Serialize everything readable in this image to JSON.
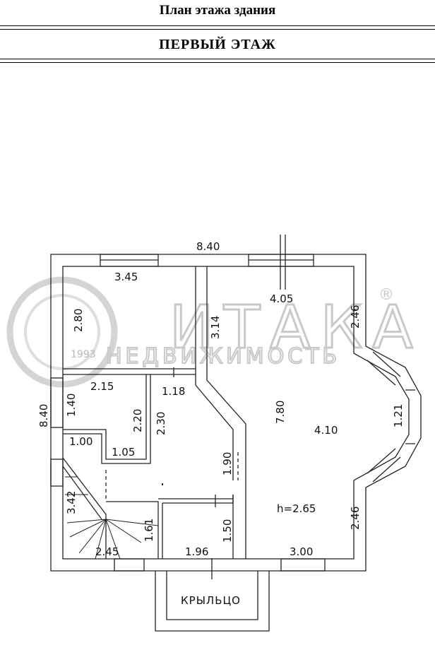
{
  "header": {
    "doc_title": "План этажа здания",
    "floor_title": "ПЕРВЫЙ  ЭТАЖ"
  },
  "watermark": {
    "brand": "ИТАКА",
    "registered": "®",
    "year": "1993",
    "tagline": "НЕДВИЖИМОСТЬ"
  },
  "dimensions": {
    "total_width": "8.40",
    "total_depth": "8.40",
    "room_top_left_width": "3.45",
    "room_top_left_depth": "2.80",
    "corridor_left_depth": "3.14",
    "hall_top_width": "4.05",
    "hall_upper_right": "2.46",
    "hall_lower_right": "2.46",
    "bay_width": "1.21",
    "hall_depth": "7.80",
    "hall_width": "4.10",
    "ceiling_height": "h=2.65",
    "bath_width": "2.15",
    "bath_door": "1.18",
    "bath_left": "1.40",
    "closet_depth_a": "2.20",
    "closet_depth_b": "2.30",
    "closet_width": "1.05",
    "stair_landing": "1.00",
    "stair_length": "3.42",
    "stair_width": "2.45",
    "stair_side": "1.61",
    "corridor_mid": "1.90",
    "vestibule_depth": "1.50",
    "vestibule_width": "1.96",
    "hall_bottom_width": "3.00"
  },
  "porch": {
    "label": "КРЫЛЬЦО"
  }
}
